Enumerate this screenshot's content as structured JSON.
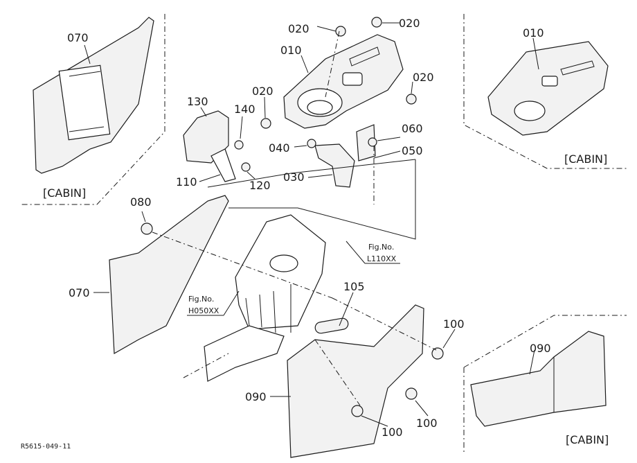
{
  "labels": {
    "p010": "010",
    "p020": "020",
    "p030": "030",
    "p040": "040",
    "p050": "050",
    "p060": "060",
    "p070": "070",
    "p080": "080",
    "p090": "090",
    "p100": "100",
    "p105": "105",
    "p110": "110",
    "p120": "120",
    "p130": "130",
    "p140": "140"
  },
  "cabin_label": "[CABIN]",
  "fig_refs": {
    "caption": "Fig.No.",
    "ref_a": "L110XX",
    "ref_b": "H050XX"
  },
  "footer_code": "R5615-049-11"
}
